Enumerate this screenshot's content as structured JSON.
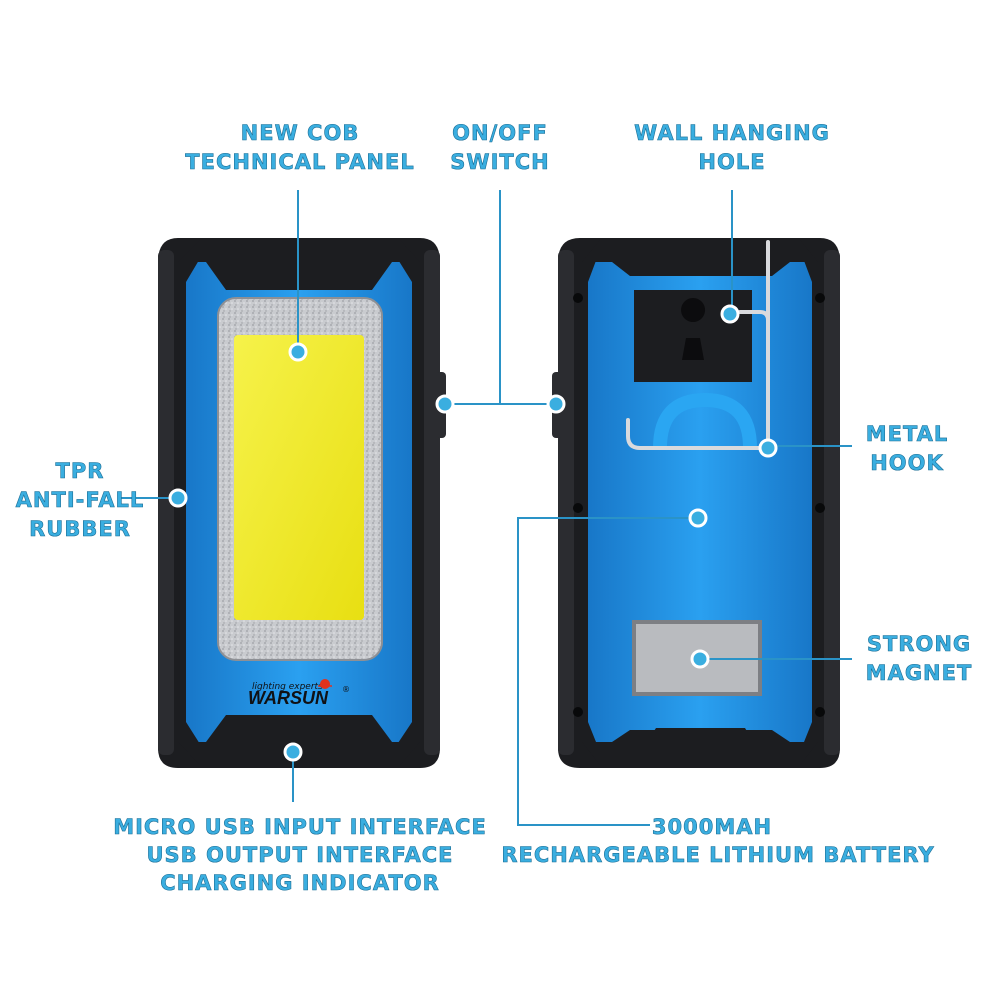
{
  "labels": {
    "cob_panel": [
      "NEW COB",
      "TECHNICAL PANEL"
    ],
    "switch": [
      "ON/OFF",
      "SWITCH"
    ],
    "hanging_hole": [
      "WALL HANGING",
      "HOLE"
    ],
    "rubber": [
      "TPR",
      "ANTI-FALL",
      "RUBBER"
    ],
    "metal_hook": [
      "METAL",
      "HOOK"
    ],
    "magnet": [
      "STRONG",
      "MAGNET"
    ],
    "usb": [
      "MICRO USB INPUT INTERFACE",
      "USB OUTPUT INTERFACE",
      "CHARGING INDICATOR"
    ],
    "battery": [
      "3000MAH",
      "RECHARGEABLE LITHIUM BATTERY"
    ]
  },
  "brand": {
    "tagline": "lighting experts",
    "name": "WARSUN",
    "mark": "®"
  },
  "colors": {
    "body_blue": "#1e8fe0",
    "rubber_black": "#1c1d20",
    "cob_yellow": "#f4ee2a",
    "label_blue": "#3aaee0"
  }
}
